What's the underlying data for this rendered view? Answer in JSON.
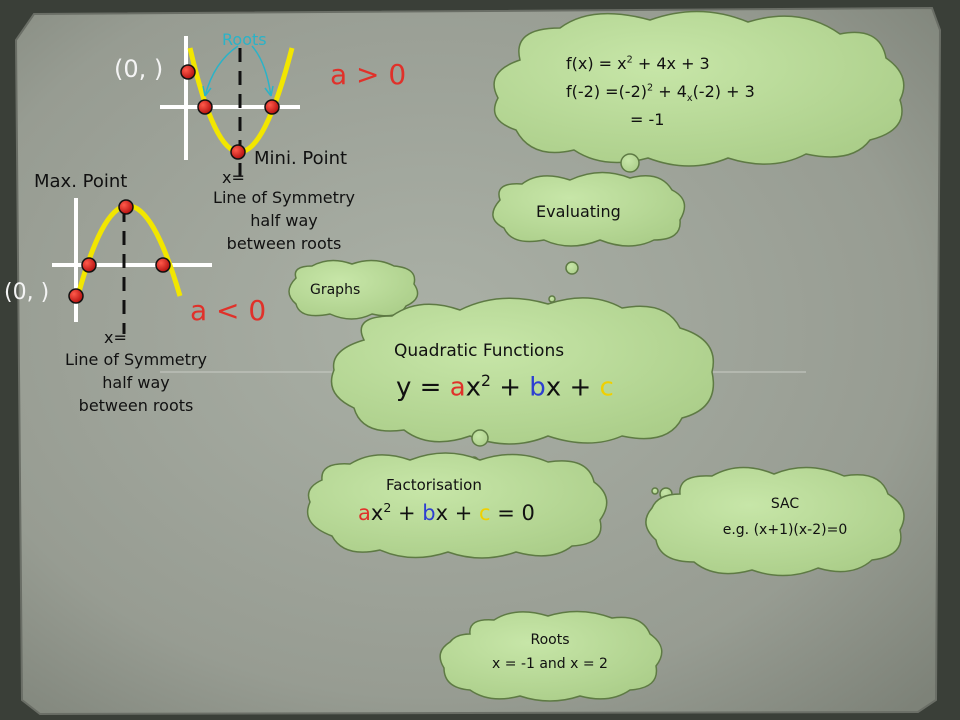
{
  "graphs": {
    "upper": {
      "roots_label": "Roots",
      "y_intercept": "(0,  )",
      "condition": "a > 0",
      "min_point": "Mini. Point",
      "x_eq": "x=",
      "symmetry": [
        "Line of Symmetry",
        "half way",
        "between roots"
      ]
    },
    "lower": {
      "max_point": "Max. Point",
      "y_intercept": "(0,  )",
      "condition": "a < 0",
      "x_eq": "x=",
      "symmetry": [
        "Line of Symmetry",
        "half way",
        "between roots"
      ]
    }
  },
  "bubbles": {
    "evaluate_eq": {
      "line1": "f(x)  = x",
      "line1_exp": "2",
      "line1_tail": " + 4x + 3",
      "line2": "f(-2) =(-2)",
      "line2_exp": "2",
      "line2_mid": " + 4",
      "line2_times": "x",
      "line2_tail": "(-2) + 3",
      "line3": "= -1"
    },
    "evaluating": "Evaluating",
    "graphs": "Graphs",
    "main": {
      "title": "Quadratic Functions",
      "eq_prefix": "y = ",
      "a": "a",
      "x1": "x",
      "exp": "2",
      "plus1": " + ",
      "b": "b",
      "x2": "x + ",
      "c": "c"
    },
    "factorisation": {
      "title": "Factorisation",
      "a": "a",
      "x1": "x",
      "exp": "2",
      "plus1": " + ",
      "b": "b",
      "x2": "x + ",
      "c": "c",
      "tail": " = 0"
    },
    "sac": {
      "title": "SAC",
      "example": "e.g. (x+1)(x-2)=0"
    },
    "roots": {
      "title": "Roots",
      "values": "x = -1 and x = 2"
    }
  },
  "colors": {
    "frame": "#3a3f38",
    "board": "#9a9e96",
    "bubble_fill": "#b9d996",
    "curve": "#f2e600",
    "point": "#e01a1a",
    "a_coef": "#e0312a",
    "b_coef": "#2d3fd1",
    "c_coef": "#f0d000"
  }
}
